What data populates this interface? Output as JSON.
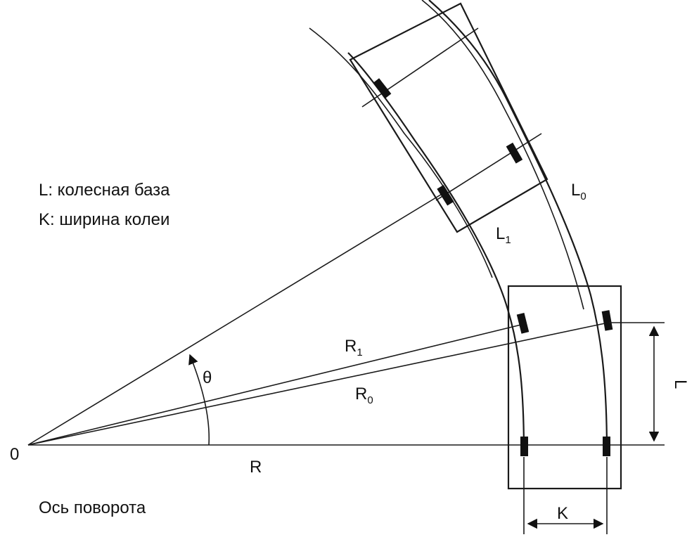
{
  "legend": {
    "wheelbase": "L: колесная база",
    "track": "K: ширина колеи"
  },
  "labels": {
    "origin": "0",
    "radius": "R",
    "radius_inner_letter": "R",
    "radius_inner_sub": "1",
    "radius_outer_letter": "R",
    "radius_outer_sub": "0",
    "angle": "θ",
    "arc_inner_letter": "L",
    "arc_inner_sub": "1",
    "arc_outer_letter": "L",
    "arc_outer_sub": "0",
    "wheelbase_dim": "L",
    "track_dim": "K",
    "rotation_axis": "Ось поворота"
  }
}
